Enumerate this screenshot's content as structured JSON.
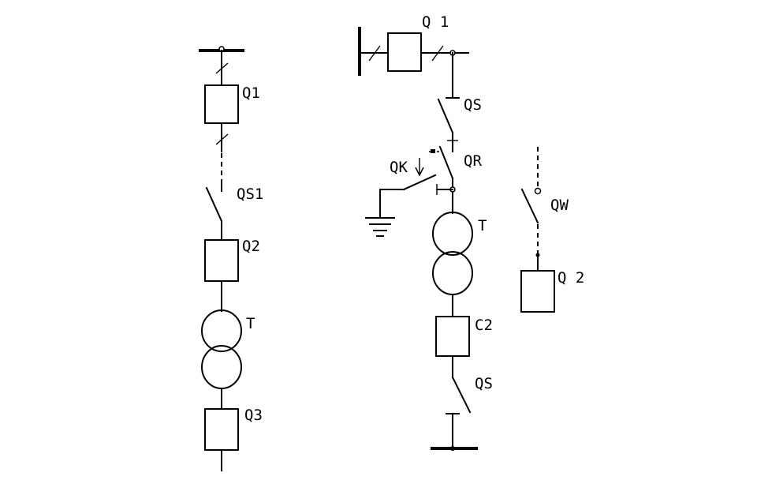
{
  "left_scheme": {
    "labels": {
      "q1": "Q1",
      "qs1": "QS1",
      "q2": "Q2",
      "t": "T",
      "q3": "Q3"
    }
  },
  "middle_scheme": {
    "labels": {
      "q1": "Q 1",
      "qs_top": "QS",
      "qr": "QR",
      "qk": "QK",
      "t": "T",
      "c2": "C2",
      "qs_bottom": "QS"
    }
  },
  "right_scheme": {
    "labels": {
      "qw": "QW",
      "q2": "Q 2"
    }
  }
}
